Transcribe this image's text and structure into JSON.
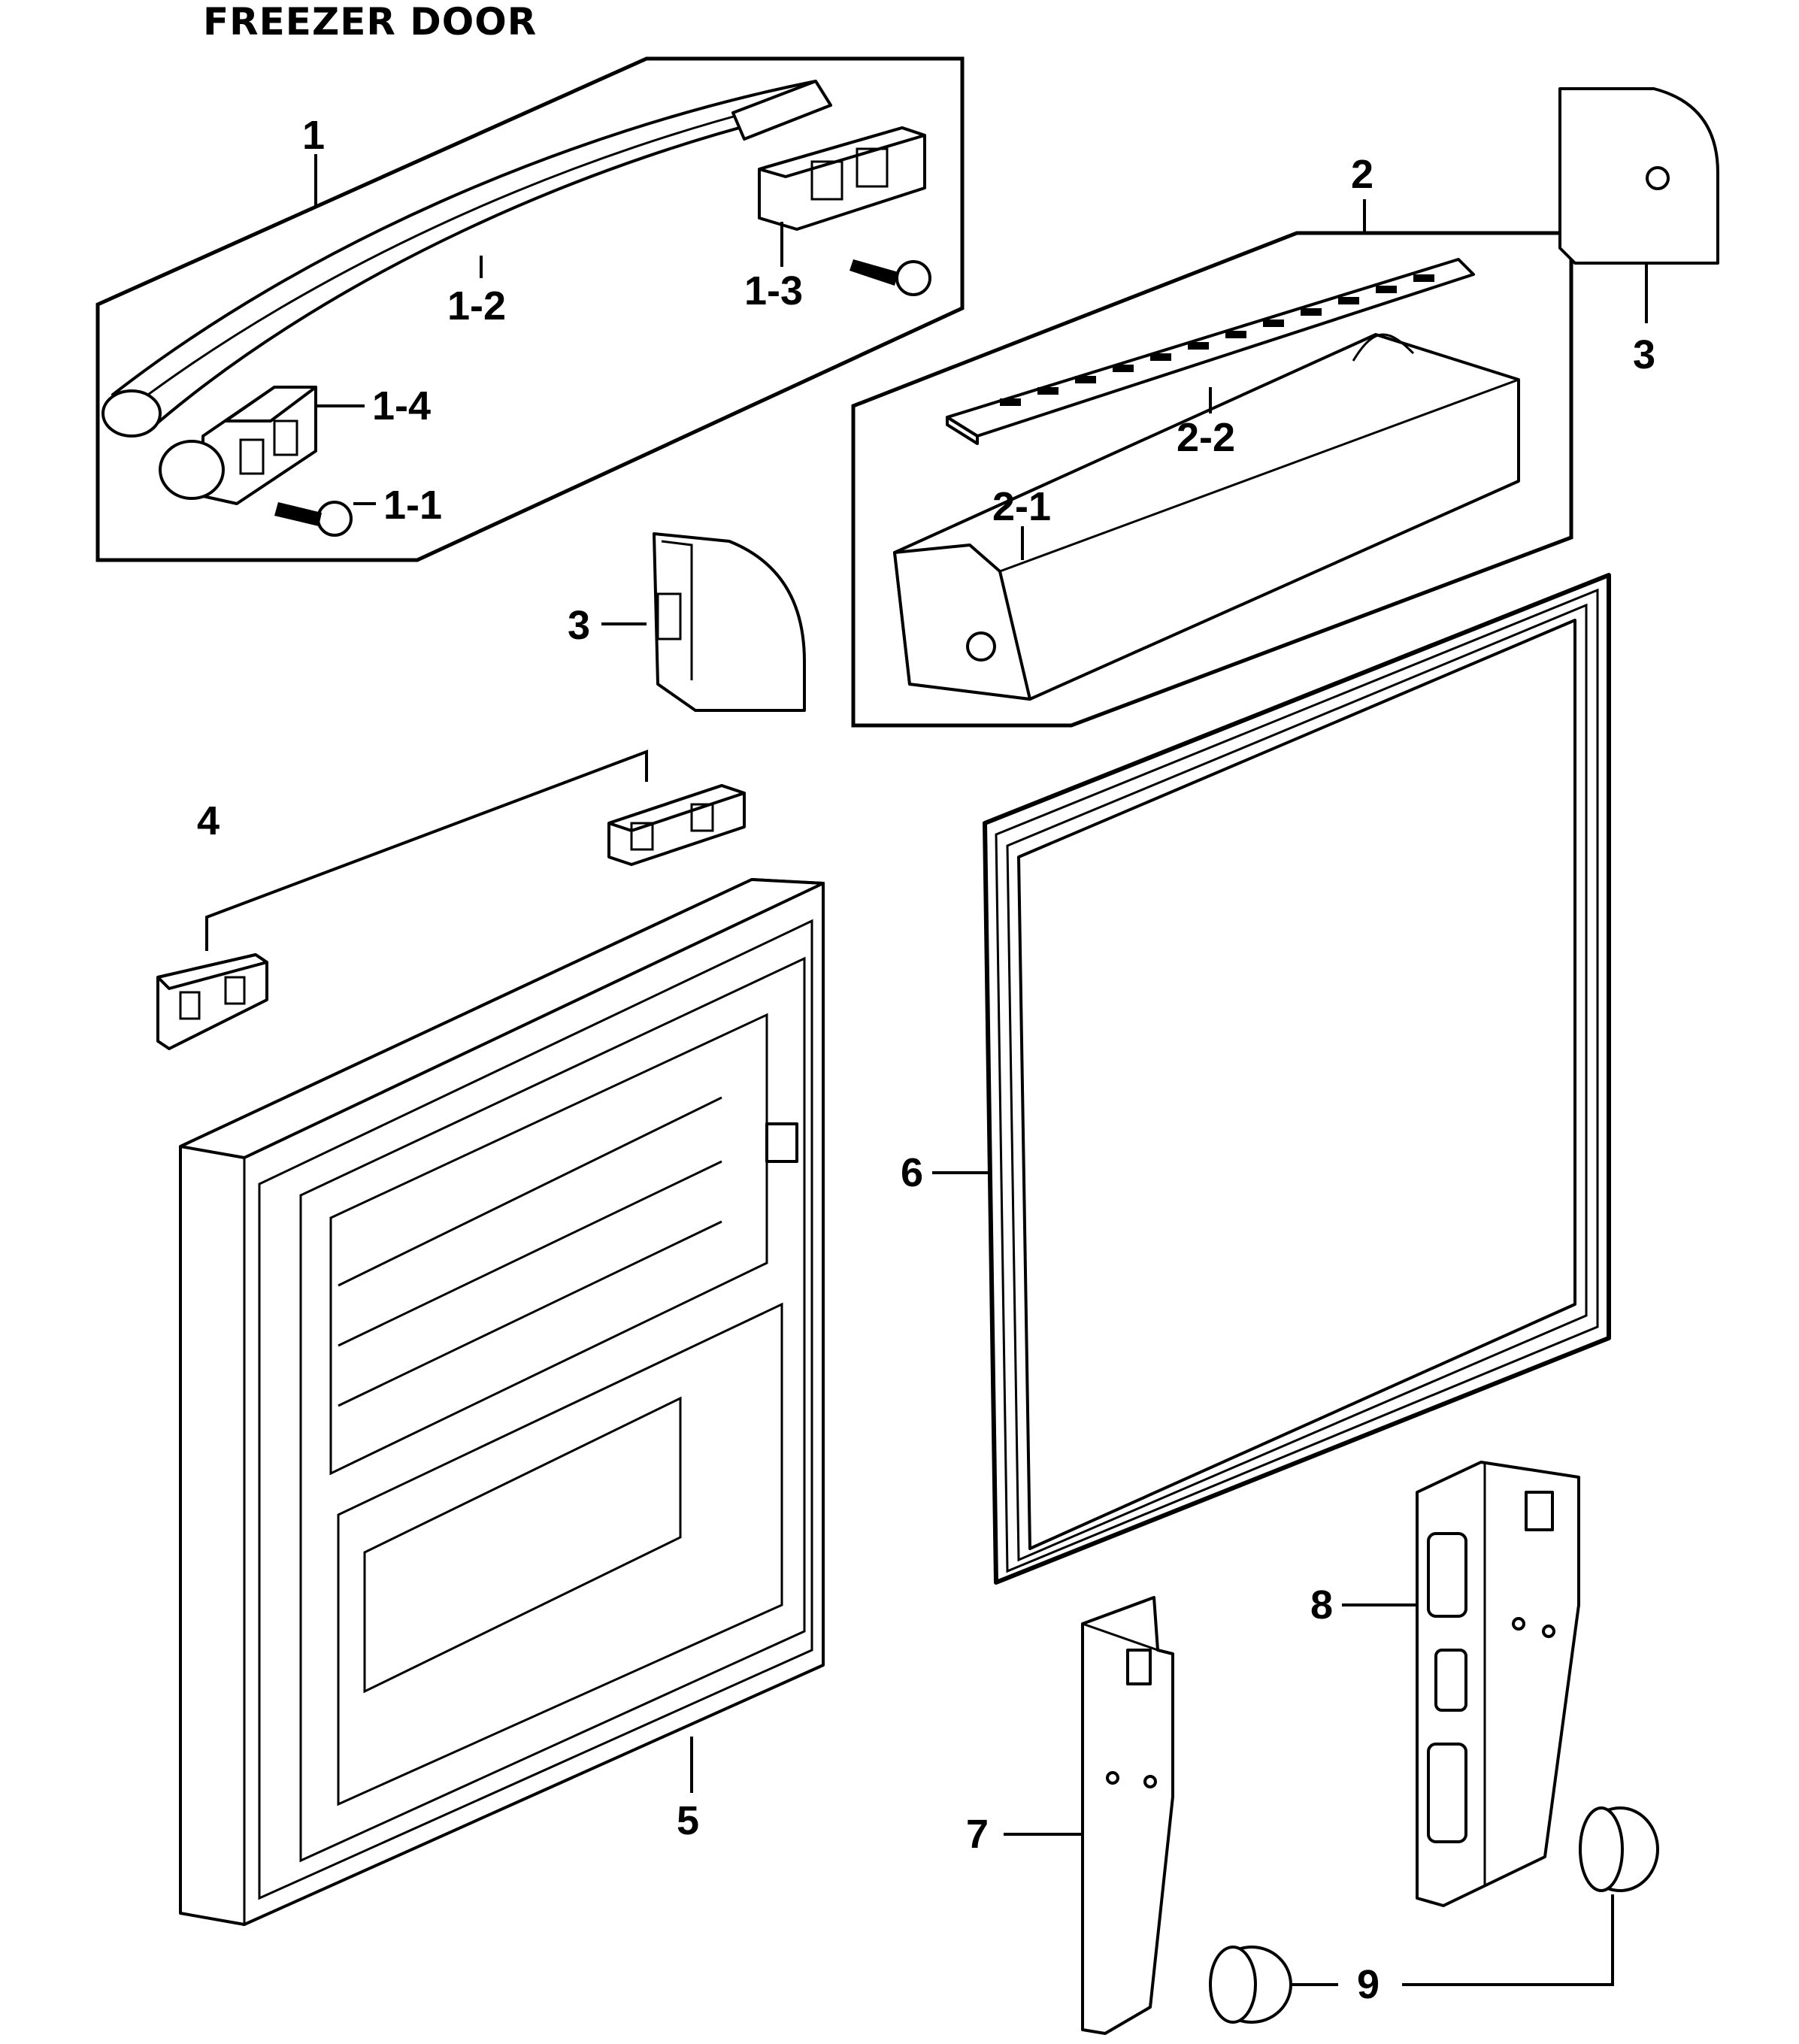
{
  "title": "FREEZER DOOR",
  "callouts": {
    "p1": "1",
    "p1_1": "1-1",
    "p1_2": "1-2",
    "p1_3": "1-3",
    "p1_4": "1-4",
    "p2": "2",
    "p2_1": "2-1",
    "p2_2": "2-2",
    "p3_top": "3",
    "p3_mid": "3",
    "p4": "4",
    "p5": "5",
    "p6": "6",
    "p7": "7",
    "p8": "8",
    "p9": "9"
  }
}
